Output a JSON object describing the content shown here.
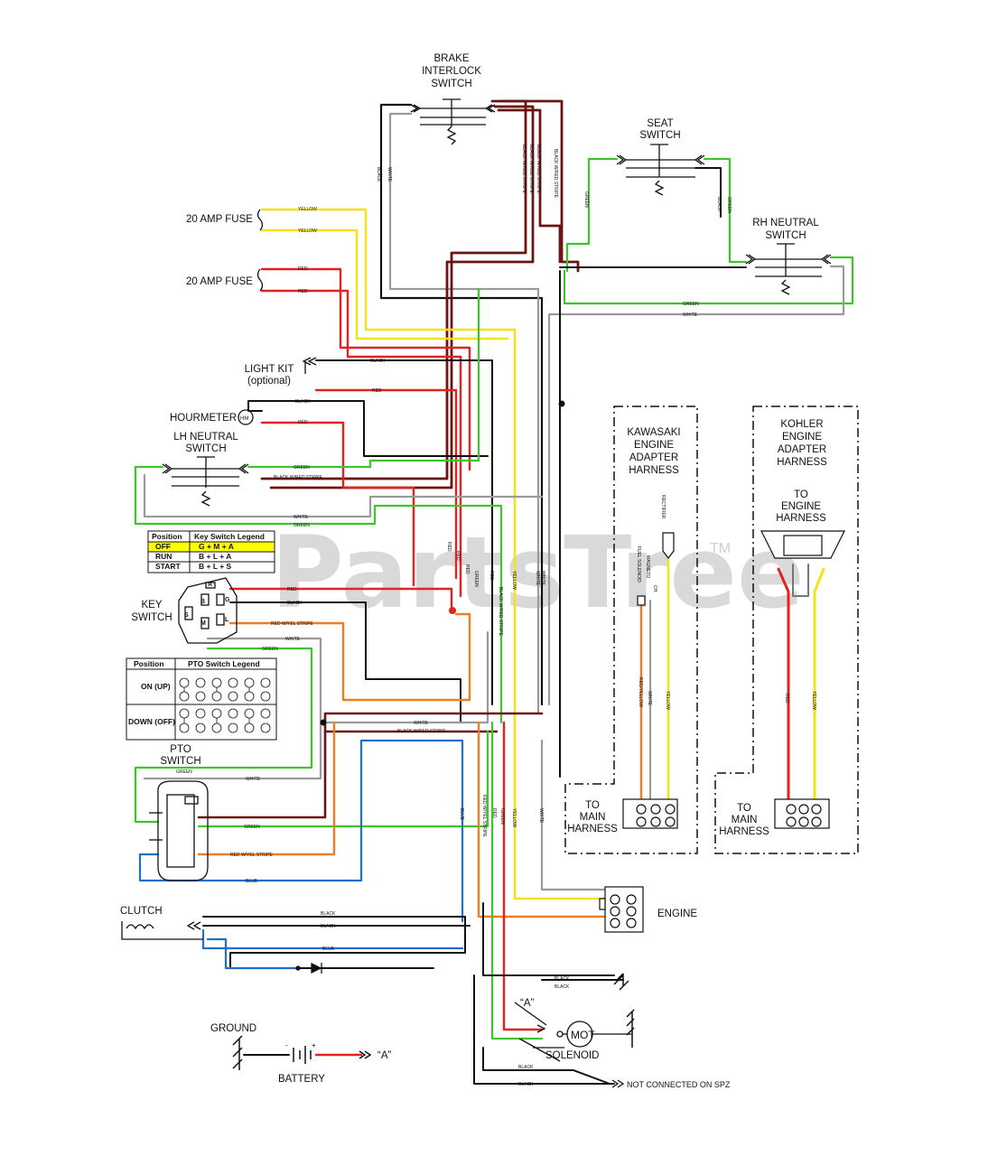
{
  "watermark": {
    "text": "PartsTree",
    "tm": "TM"
  },
  "components": {
    "brake_interlock": "BRAKE\nINTERLOCK\nSWITCH",
    "seat_switch": "SEAT\nSWITCH",
    "rh_neutral": "RH NEUTRAL\nSWITCH",
    "fuse1": "20 AMP FUSE",
    "fuse2": "20 AMP FUSE",
    "light_kit": "LIGHT KIT\n(optional)",
    "hourmeter": "HOURMETER",
    "lh_neutral": "LH NEUTRAL\nSWITCH",
    "key_switch": "KEY\nSWITCH",
    "pto_switch": "PTO\nSWITCH",
    "clutch": "CLUTCH",
    "ground": "GROUND",
    "battery": "BATTERY",
    "engine": "ENGINE",
    "solenoid": "SOLENOID",
    "not_connected": "NOT CONNECTED ON SPZ",
    "kawasaki": "KAWASAKI\nENGINE\nADAPTER\nHARNESS",
    "kohler": "KOHLER\nENGINE\nADAPTER\nHARNESS",
    "to_engine_harness": "TO\nENGINE\nHARNESS",
    "to_main_harness_1": "TO\nMAIN\nHARNESS",
    "to_main_harness_2": "TO\nMAIN\nHARNESS",
    "mot": "MOT",
    "a_label": "“A”",
    "a_label2": "“A”"
  },
  "key_legend": {
    "headers": [
      "Position",
      "Key Switch Legend"
    ],
    "rows": [
      [
        "OFF",
        "G + M + A"
      ],
      [
        "RUN",
        "B + L + A"
      ],
      [
        "START",
        "B + L + S"
      ]
    ],
    "highlight_color": "#ffff00"
  },
  "pto_legend": {
    "headers": [
      "Position",
      "PTO Switch Legend"
    ],
    "rows": [
      "ON (UP)",
      "DOWN (OFF)"
    ]
  },
  "key_terminals": [
    "A",
    "B",
    "G",
    "S",
    "L",
    "M"
  ],
  "wire_labels": {
    "yellow1": "YELLOW",
    "yellow2": "YELLOW",
    "red1": "RED",
    "red2": "RED",
    "black_lk": "BLACK",
    "red_lk": "RED",
    "black_hm": "BLACK",
    "red_hm": "RED",
    "green_lh": "GREEN",
    "bws_lh": "BLACK W/RED STRIPE",
    "white_lh": "WHITE",
    "green_lh2": "GREEN",
    "green_rh": "GREEN",
    "white_rh": "WHITE",
    "black_brake": "BLACK",
    "white_brake": "WHITE",
    "bws_1": "BLACK W/RED STRIPE",
    "bws_2": "BLACK W/RED STRIPE",
    "bws_3": "BLACK W/RED STRIPE",
    "bws_4": "BLACK W/RED STRIPE",
    "green_seat": "GREEN",
    "black_seat": "BLACK",
    "green_seat2": "GREEN",
    "red_key": "RED",
    "black_key": "BLACK",
    "ryel_key": "RED W/YEL STRIPE",
    "white_key": "WHITE",
    "green_key": "GREEN",
    "white_pto": "WHITE",
    "bws_pto": "BLACK W/RED STRIPE",
    "green_pto": "GREEN",
    "white_pto2": "WHITE",
    "green_conn": "GREEN",
    "ryel_conn": "RED W/YEL STRIPE",
    "blue_conn": "BLUE",
    "blue_v": "BLUE",
    "ryel_v": "RED W/YEL STRIPE",
    "red_v": "RED",
    "green_v": "GREEN",
    "yellow_v": "YELLOW",
    "white_v": "WHITE",
    "black_clutch1": "BLACK",
    "black_clutch2": "BLACK",
    "blue_clutch": "BLUE",
    "black_gnd1": "BLACK",
    "black_gnd2": "BLACK",
    "black_nc1": "BLACK",
    "black_nc2": "BLACK",
    "kaw_rect": "RECTIFIER",
    "kaw_fuel": "FUEL SOLENOID",
    "kaw_mag": "MAGNETO",
    "kaw_ch": "CH",
    "kaw_ry": "RED/YELLOW",
    "kaw_w": "WHITE",
    "kaw_y": "YELLOW",
    "koh_r": "RED",
    "koh_y": "YELLOW",
    "vert_red1": "RED",
    "vert_red2": "RED",
    "vert_red3": "RED",
    "vert_green": "GREEN",
    "vert_bws": "BLACK W/RED STRIPE",
    "vert_yellow": "YELLOW",
    "vert_white": "WHITE",
    "mid_red": "RED",
    "mid_white": "WHITE"
  },
  "colors": {
    "red": "#e32222",
    "yellow": "#f2e216",
    "green": "#3cc62a",
    "blue": "#1e6fd0",
    "black": "#111111",
    "white_wire": "#9a9a9a",
    "maroon": "#6b1414",
    "orange": "#ef7d22"
  }
}
